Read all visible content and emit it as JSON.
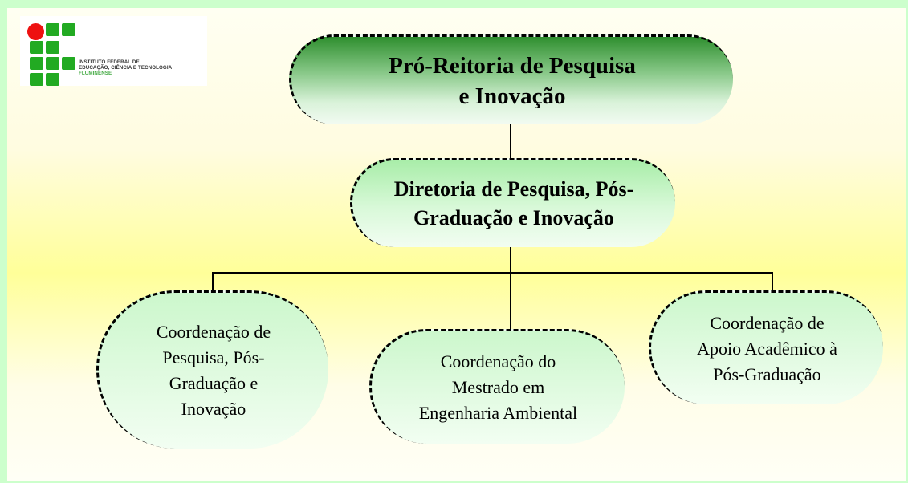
{
  "logo": {
    "line1": "INSTITUTO FEDERAL DE",
    "line2": "EDUCAÇÃO, CIÊNCIA E TECNOLOGIA",
    "line3": "FLUMINENSE"
  },
  "org_chart": {
    "root": {
      "label": "Pró-Reitoria de Pesquisa e Inovação",
      "lines": [
        "Pró-Reitoria de Pesquisa",
        "e Inovação"
      ]
    },
    "level1": {
      "label": "Diretoria de Pesquisa, Pós-Graduação e Inovação",
      "lines": [
        "Diretoria de Pesquisa, Pós-",
        "Graduação e Inovação"
      ]
    },
    "level2": [
      {
        "label": "Coordenação de Pesquisa, Pós-Graduação e Inovação",
        "lines": [
          "Coordenação de",
          "Pesquisa, Pós-",
          "Graduação e",
          "Inovação"
        ]
      },
      {
        "label": "Coordenação do Mestrado em Engenharia Ambiental",
        "lines": [
          "Coordenação do",
          "Mestrado em",
          "Engenharia Ambiental"
        ]
      },
      {
        "label": "Coordenação de Apoio Acadêmico à Pós-Graduação",
        "lines": [
          "Coordenação de",
          "Apoio Acadêmico à",
          "Pós-Graduação"
        ]
      }
    ]
  },
  "colors": {
    "frame": "#ccffcc",
    "root_fill_top": "#2f8f2f",
    "node_fill": "#d9f9d9",
    "logo_green": "#22aa22",
    "logo_red": "#ee1111"
  }
}
